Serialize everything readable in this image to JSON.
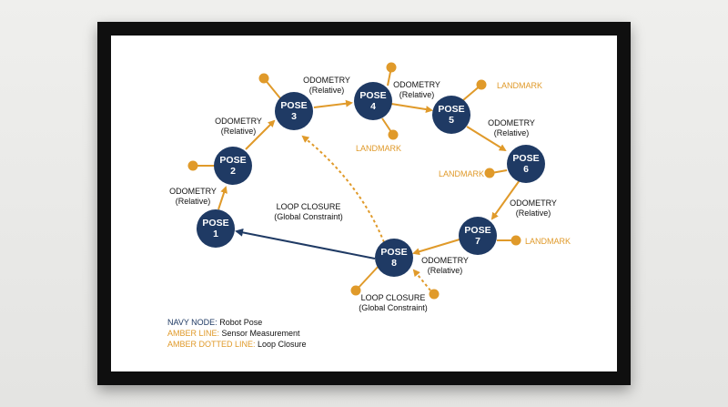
{
  "colors": {
    "navy": "#1f3a64",
    "amber": "#e09a2a",
    "frame": "#0f0f0f",
    "mat": "#ffffff"
  },
  "nodes": [
    {
      "id": "pose-1",
      "line1": "POSE",
      "line2": "1"
    },
    {
      "id": "pose-2",
      "line1": "POSE",
      "line2": "2"
    },
    {
      "id": "pose-3",
      "line1": "POSE",
      "line2": "3"
    },
    {
      "id": "pose-4",
      "line1": "POSE",
      "line2": "4"
    },
    {
      "id": "pose-5",
      "line1": "POSE",
      "line2": "5"
    },
    {
      "id": "pose-6",
      "line1": "POSE",
      "line2": "6"
    },
    {
      "id": "pose-7",
      "line1": "POSE",
      "line2": "7"
    },
    {
      "id": "pose-8",
      "line1": "POSE",
      "line2": "8"
    }
  ],
  "edge_labels": {
    "odometry": "ODOMETRY",
    "relative": "(Relative)",
    "loop_closure": "LOOP CLOSURE",
    "global_constraint": "(Global Constraint)",
    "landmark": "LANDMARK"
  },
  "legend": {
    "navy_key": "NAVY NODE:",
    "navy_value": " Robot Pose",
    "amber_key": "AMBER LINE:",
    "amber_value": " Sensor Measurement",
    "dotted_key": "AMBER DOTTED LINE:",
    "dotted_value": " Loop Closure"
  }
}
